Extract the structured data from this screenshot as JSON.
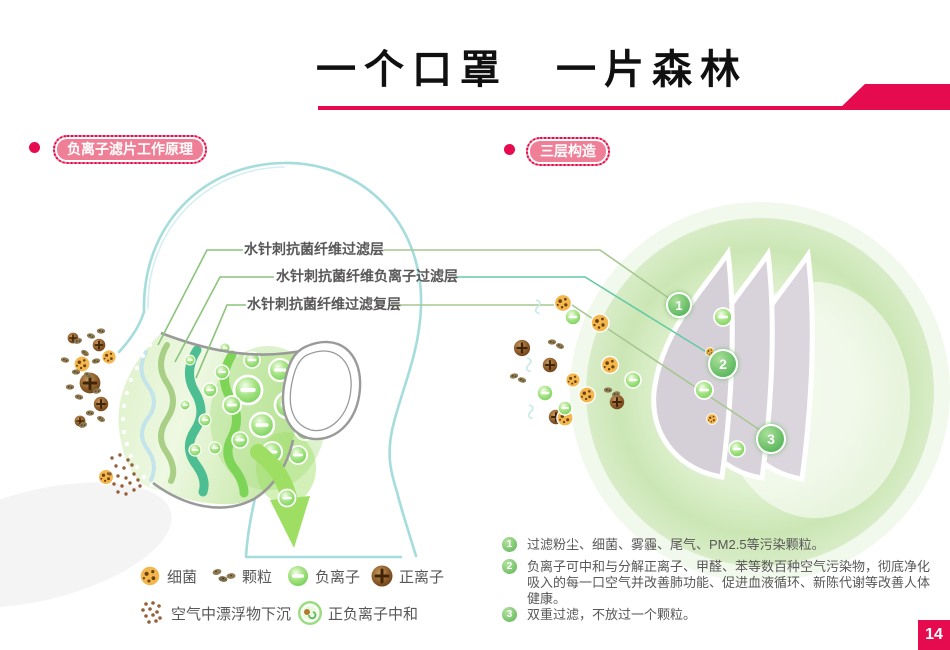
{
  "title": {
    "text": "一个口罩　一片森林"
  },
  "page_number": "14",
  "colors": {
    "accent": "#e60a4f",
    "text_gray": "#595757",
    "leaf_green": "#7ed457",
    "circle_green": "#cfe8bc"
  },
  "sections": {
    "left": {
      "label": "负离子滤片工作原理",
      "layer_labels": [
        "水针刺抗菌纤维过滤层",
        "水针刺抗菌纤维负离子过滤层",
        "水针刺抗菌纤维过滤复层"
      ]
    },
    "right": {
      "label": "三层构造",
      "markers": [
        "1",
        "2",
        "3"
      ]
    }
  },
  "legend": {
    "items": [
      {
        "icon": "bacteria-icon",
        "label": "细菌"
      },
      {
        "icon": "particle-icon",
        "label": "颗粒"
      },
      {
        "icon": "negative-ion-icon",
        "label": "负离子"
      },
      {
        "icon": "positive-ion-icon",
        "label": "正离子"
      },
      {
        "icon": "floating-dots-icon",
        "label": "空气中漂浮物下沉"
      },
      {
        "icon": "neutralize-icon",
        "label": "正负离子中和"
      }
    ]
  },
  "notes": [
    {
      "num": "1",
      "text": "过滤粉尘、细菌、雾霾、尾气、PM2.5等污染颗粒。"
    },
    {
      "num": "2",
      "text": "负离子可中和与分解正离子、甲醛、苯等数百种空气污染物，彻底净化吸入的每一口空气并改善肺功能、促进血液循环、新陈代谢等改善人体健康。"
    },
    {
      "num": "3",
      "text": "双重过滤，不放过一个颗粒。"
    }
  ]
}
